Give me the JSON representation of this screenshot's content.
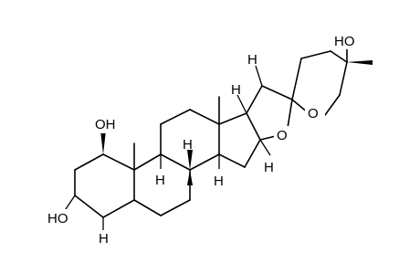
{
  "figure": {
    "title": "",
    "atom_labels": {
      "o_ring_top": "O",
      "o_ring_mid": "O",
      "oh_top": "HO",
      "oh_left_up": "OH",
      "oh_left_low": "HO",
      "h_c14": "H",
      "h_c17": "H",
      "h_c8": "H",
      "h_c9": "H",
      "h_c16": "H",
      "h_c13": "H",
      "h_c5": "H"
    }
  }
}
